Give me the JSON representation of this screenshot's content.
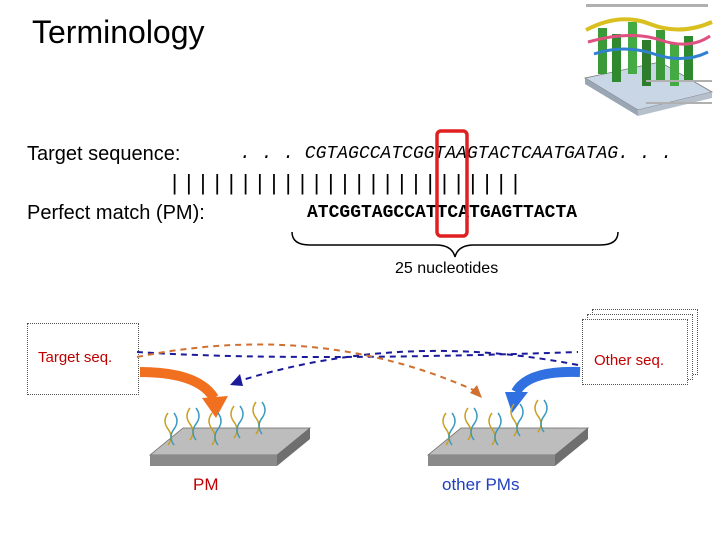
{
  "slide": {
    "title": "Terminology",
    "target_label": "Target sequence:",
    "target_sequence": ". . . CGTAGCCATCGGTAAGTACTCAATGATAG. . .",
    "match_bars": "|||||||||||||||||||||||||",
    "pm_label": "Perfect match (PM):",
    "pm_sequence": "ATCGGTAGCCATTCATGAGTTACTA",
    "brace_label": "25 nucleotides",
    "target_box_label": "Target seq.",
    "other_box_label": "Other seq.",
    "chip_left_label": "PM",
    "chip_right_label": "other PMs"
  },
  "colors": {
    "highlight": "#e02020",
    "label_red": "#c00000",
    "label_blue": "#1f3fbf",
    "arrow_orange": "#f07020",
    "arrow_blue": "#3070e0",
    "dashed_blue": "#1a1a9a",
    "dashed_orange": "#d07030",
    "chip": "#8a8a8a"
  },
  "icons": {
    "chip_image": "microarray-chip-icon",
    "dna_probe": "dna-helix-icon"
  }
}
